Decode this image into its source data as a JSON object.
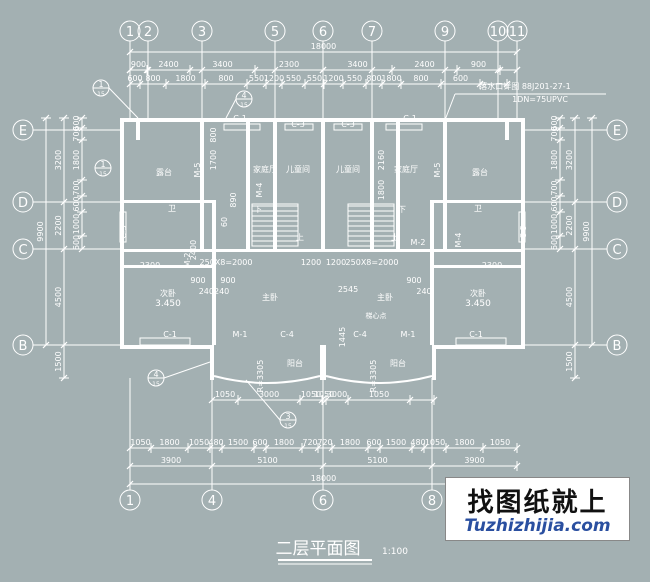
{
  "title": "二层平面图",
  "scale": "1:100",
  "watermark": {
    "cn": "找图纸就上",
    "en": "Tuzhizhijia.com"
  },
  "grid_top": [
    "1",
    "2",
    "3",
    "5",
    "6",
    "7",
    "9",
    "10",
    "11"
  ],
  "grid_bottom": [
    "1",
    "4",
    "6",
    "8"
  ],
  "grid_side": [
    "E",
    "D",
    "C",
    "B"
  ],
  "dims_top_total": "18000",
  "dims_top_row1": [
    "900",
    "2400",
    "3400",
    "2300",
    "3400",
    "2400",
    "900"
  ],
  "dims_top_row2": [
    "600",
    "800",
    "1800",
    "800",
    "550",
    "1200",
    "550",
    "550",
    "1200",
    "550",
    "800",
    "1800",
    "800",
    "600"
  ],
  "dims_bottom_row1": [
    "1050",
    "1800",
    "1050",
    "480",
    "1500",
    "600",
    "1800",
    "720",
    "720",
    "1800",
    "600",
    "1500",
    "480",
    "1050",
    "1800",
    "1050"
  ],
  "dims_bottom_row2": [
    "3900",
    "5100",
    "5100",
    "3900"
  ],
  "dims_bottom_total": "18000",
  "dims_balcony": [
    "1050",
    "3000",
    "1050",
    "1050",
    "3000",
    "1050"
  ],
  "dims_left_outer": [
    "3200",
    "2200",
    "4500",
    "1500"
  ],
  "dims_left_inner": [
    "600",
    "700",
    "1800",
    "700",
    "600",
    "1000",
    "600"
  ],
  "dims_left_total": "9900",
  "rooms": {
    "family": "家庭厅",
    "child": "儿童间",
    "lu": "露台",
    "wc": "卫",
    "bed": "次卧",
    "master": "主卧",
    "balcony": "阳台",
    "down": "下",
    "up": "上",
    "elev": "3.450",
    "dim_2545": "2545",
    "dim_1445": "1445",
    "dim_2300": "2300",
    "dim_900": "900",
    "dim_240": "240",
    "dim_240b": "240240",
    "dim_1200": "1200",
    "dim_2160": "2160",
    "dim_1800": "1800",
    "dim_890": "890",
    "dim_60": "60",
    "dim_2400": "2400",
    "dim_800": "800",
    "dim_1700": "1700",
    "stair": "250X8=2000",
    "radius": "R=3305",
    "mark": "梯心点"
  },
  "doors": {
    "c1": "C-1",
    "c3": "C-3",
    "c4": "C-4",
    "c5": "C-5",
    "m1": "M-1",
    "m2": "M-2",
    "m4": "M-4",
    "m5": "M-5"
  },
  "callouts": {
    "c1": "1",
    "c4": "4",
    "c3": "3",
    "sheet": "15"
  },
  "note": {
    "line1": "落水口详图 88J201-27-1",
    "line2": "1DN=75UPVC"
  }
}
